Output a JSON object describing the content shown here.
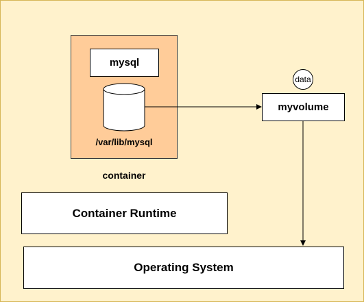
{
  "diagram": {
    "background_color": "#fff2cc",
    "container_fill": "#ffcc99",
    "nodes": {
      "mysql": "mysql",
      "data_path": "/var/lib/mysql",
      "container": "container",
      "volume": "myvolume",
      "volume_tag": "data",
      "runtime": "Container Runtime",
      "os": "Operating System"
    },
    "edges": [
      {
        "from": "/var/lib/mysql",
        "to": "myvolume"
      },
      {
        "from": "myvolume",
        "to": "Operating System"
      }
    ]
  }
}
